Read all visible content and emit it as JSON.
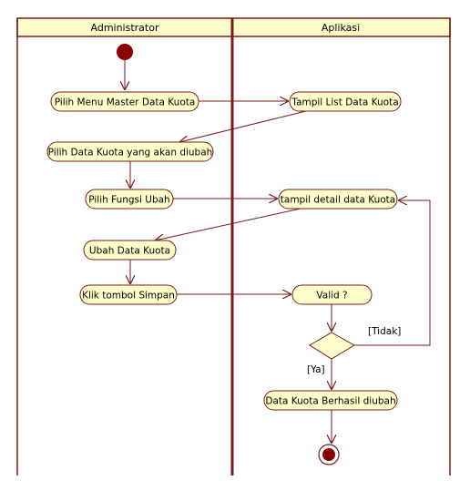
{
  "lanes": [
    {
      "id": "admin",
      "title": "Administrator"
    },
    {
      "id": "app",
      "title": "Aplikasi"
    }
  ],
  "nodes": {
    "pilih_menu": "Pilih Menu Master Data Kuota",
    "tampil_list": "Tampil List Data Kuota",
    "pilih_data": "Pilih Data Kuota yang akan diubah",
    "pilih_fungsi": "Pilih Fungsi Ubah",
    "tampil_detail": "tampil detail data Kuota",
    "ubah_data": "Ubah Data Kuota",
    "klik_simpan": "Klik tombol Simpan",
    "valid": "Valid ?",
    "berhasil": "Data Kuota Berhasil diubah"
  },
  "guards": {
    "tidak": "[Tidak]",
    "ya": "[Ya]"
  },
  "colors": {
    "line": "#7a1a1a",
    "node_fill": "#ffffcc",
    "header_fill": "#ffffcc",
    "start_fill": "#8b0000"
  }
}
